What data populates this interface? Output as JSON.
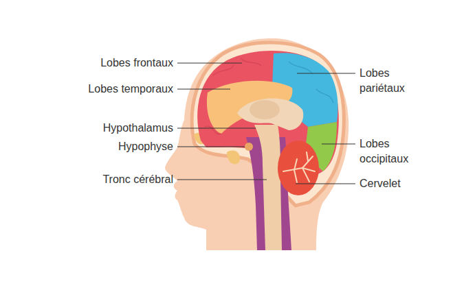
{
  "diagram": {
    "labels": [
      "Lobes frontaux",
      "Lobes temporaux",
      "Hypothalamus",
      "Hypophyse",
      "Tronc cérébral",
      "Lobes pariétaux",
      "Lobes occipitaux",
      "Cervelet"
    ]
  }
}
